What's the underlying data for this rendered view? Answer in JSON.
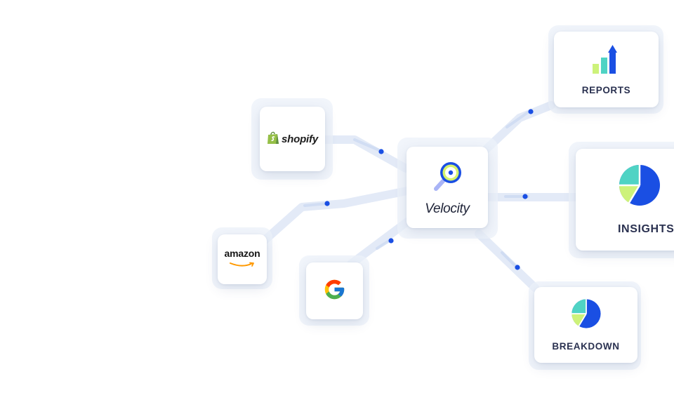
{
  "sources": {
    "shopify": {
      "label": "shopify",
      "icon": "shopify-bag-icon"
    },
    "amazon": {
      "label": "amazon",
      "icon": "amazon-smile-icon"
    },
    "google": {
      "icon": "google-g-icon"
    }
  },
  "hub": {
    "label": "Velocity",
    "icon": "magnifier-icon"
  },
  "outputs": {
    "reports": {
      "label": "REPORTS",
      "icon": "bar-chart-arrow-icon"
    },
    "insights": {
      "label": "INSIGHTS",
      "icon": "pie-chart-icon"
    },
    "breakdown": {
      "label": "BREAKDOWN",
      "icon": "pie-chart-icon"
    }
  },
  "colors": {
    "accent_blue": "#1546e0",
    "lime": "#cdf27a",
    "teal": "#4fd3c4",
    "connector": "#dde6f6",
    "label_text": "#2a3150"
  }
}
